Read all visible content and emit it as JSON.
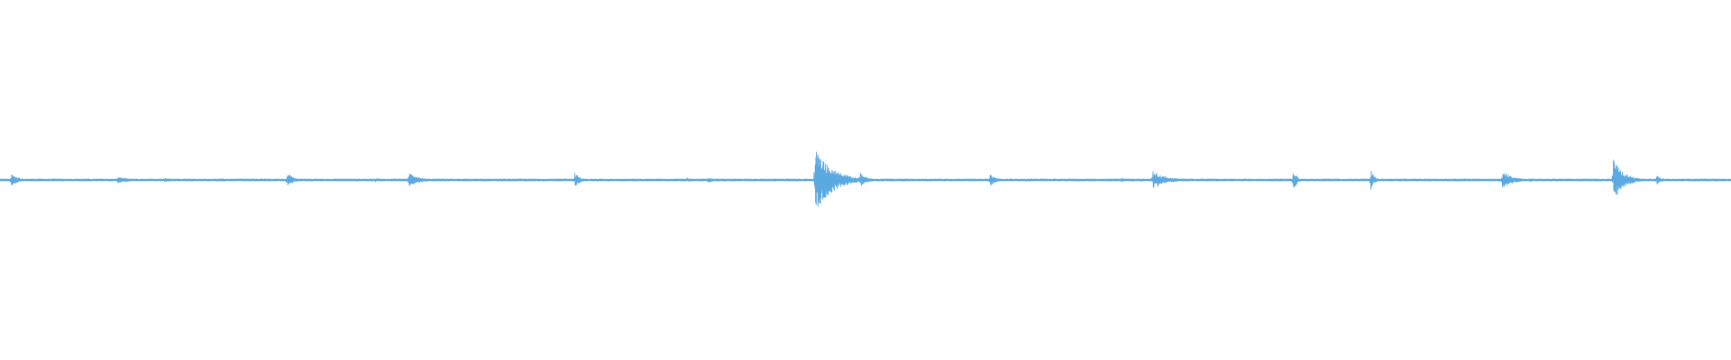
{
  "waveform": {
    "color": "#5aa9e0",
    "baseline_amplitude": 0.004,
    "noise_amplitude": 0.006,
    "transients": [
      {
        "position": 0.0065,
        "amplitude": 0.04,
        "decay": 0.004
      },
      {
        "position": 0.068,
        "amplitude": 0.018,
        "decay": 0.008
      },
      {
        "position": 0.095,
        "amplitude": 0.014,
        "decay": 0.004
      },
      {
        "position": 0.166,
        "amplitude": 0.05,
        "decay": 0.003
      },
      {
        "position": 0.217,
        "amplitude": 0.012,
        "decay": 0.004
      },
      {
        "position": 0.236,
        "amplitude": 0.04,
        "decay": 0.006
      },
      {
        "position": 0.332,
        "amplitude": 0.045,
        "decay": 0.003
      },
      {
        "position": 0.397,
        "amplitude": 0.012,
        "decay": 0.004
      },
      {
        "position": 0.409,
        "amplitude": 0.016,
        "decay": 0.004
      },
      {
        "position": 0.471,
        "amplitude": 0.18,
        "decay": 0.01
      },
      {
        "position": 0.497,
        "amplitude": 0.04,
        "decay": 0.004
      },
      {
        "position": 0.572,
        "amplitude": 0.04,
        "decay": 0.003
      },
      {
        "position": 0.648,
        "amplitude": 0.012,
        "decay": 0.004
      },
      {
        "position": 0.666,
        "amplitude": 0.05,
        "decay": 0.008
      },
      {
        "position": 0.747,
        "amplitude": 0.07,
        "decay": 0.002
      },
      {
        "position": 0.792,
        "amplitude": 0.06,
        "decay": 0.002
      },
      {
        "position": 0.868,
        "amplitude": 0.05,
        "decay": 0.006
      },
      {
        "position": 0.884,
        "amplitude": 0.01,
        "decay": 0.004
      },
      {
        "position": 0.932,
        "amplitude": 0.12,
        "decay": 0.006
      },
      {
        "position": 0.957,
        "amplitude": 0.03,
        "decay": 0.003
      }
    ]
  }
}
